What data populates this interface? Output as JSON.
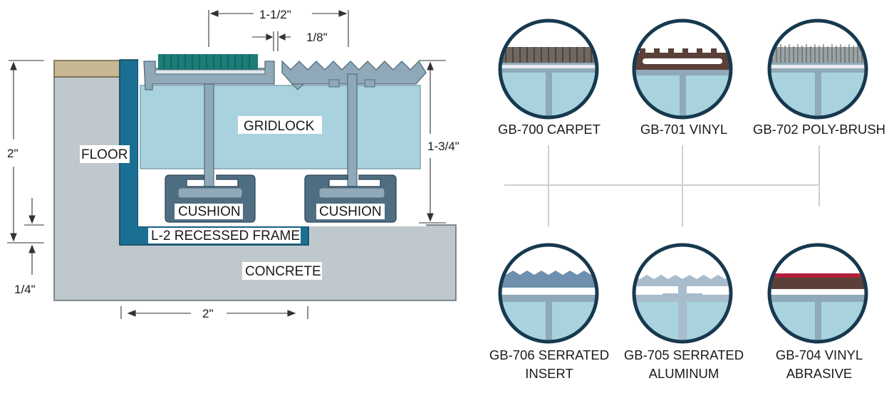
{
  "labels": {
    "floor": "FLOOR",
    "gridlock": "GRIDLOCK",
    "cushion_left": "CUSHION",
    "cushion_right": "CUSHION",
    "frame": "L-2 RECESSED FRAME",
    "concrete": "CONCRETE"
  },
  "dimensions": {
    "top_width": "1-1/2\"",
    "gap": "1/8\"",
    "left_height": "2\"",
    "right_height": "1-3/4\"",
    "bottom_depth": "1/4\"",
    "bottom_width": "2\""
  },
  "insert_options": {
    "top": [
      {
        "line1": "GB-700 CARPET",
        "line2": ""
      },
      {
        "line1": "GB-701 VINYL",
        "line2": ""
      },
      {
        "line1": "GB-702 POLY-BRUSH",
        "line2": ""
      }
    ],
    "bottom": [
      {
        "line1": "GB-706 SERRATED",
        "line2": "INSERT"
      },
      {
        "line1": "GB-705 SERRATED",
        "line2": "ALUMINUM"
      },
      {
        "line1": "GB-704 VINYL",
        "line2": "ABRASIVE"
      }
    ]
  },
  "colors": {
    "concrete": "#bfc8cc",
    "floor_cap": "#c7b792",
    "frame": "#1b6f93",
    "grid_fill": "#a8d2de",
    "aluminum": "#8fa9b8",
    "cushion": "#4f6e82",
    "carpet": "#1b7c78",
    "ring": "#17394f"
  }
}
